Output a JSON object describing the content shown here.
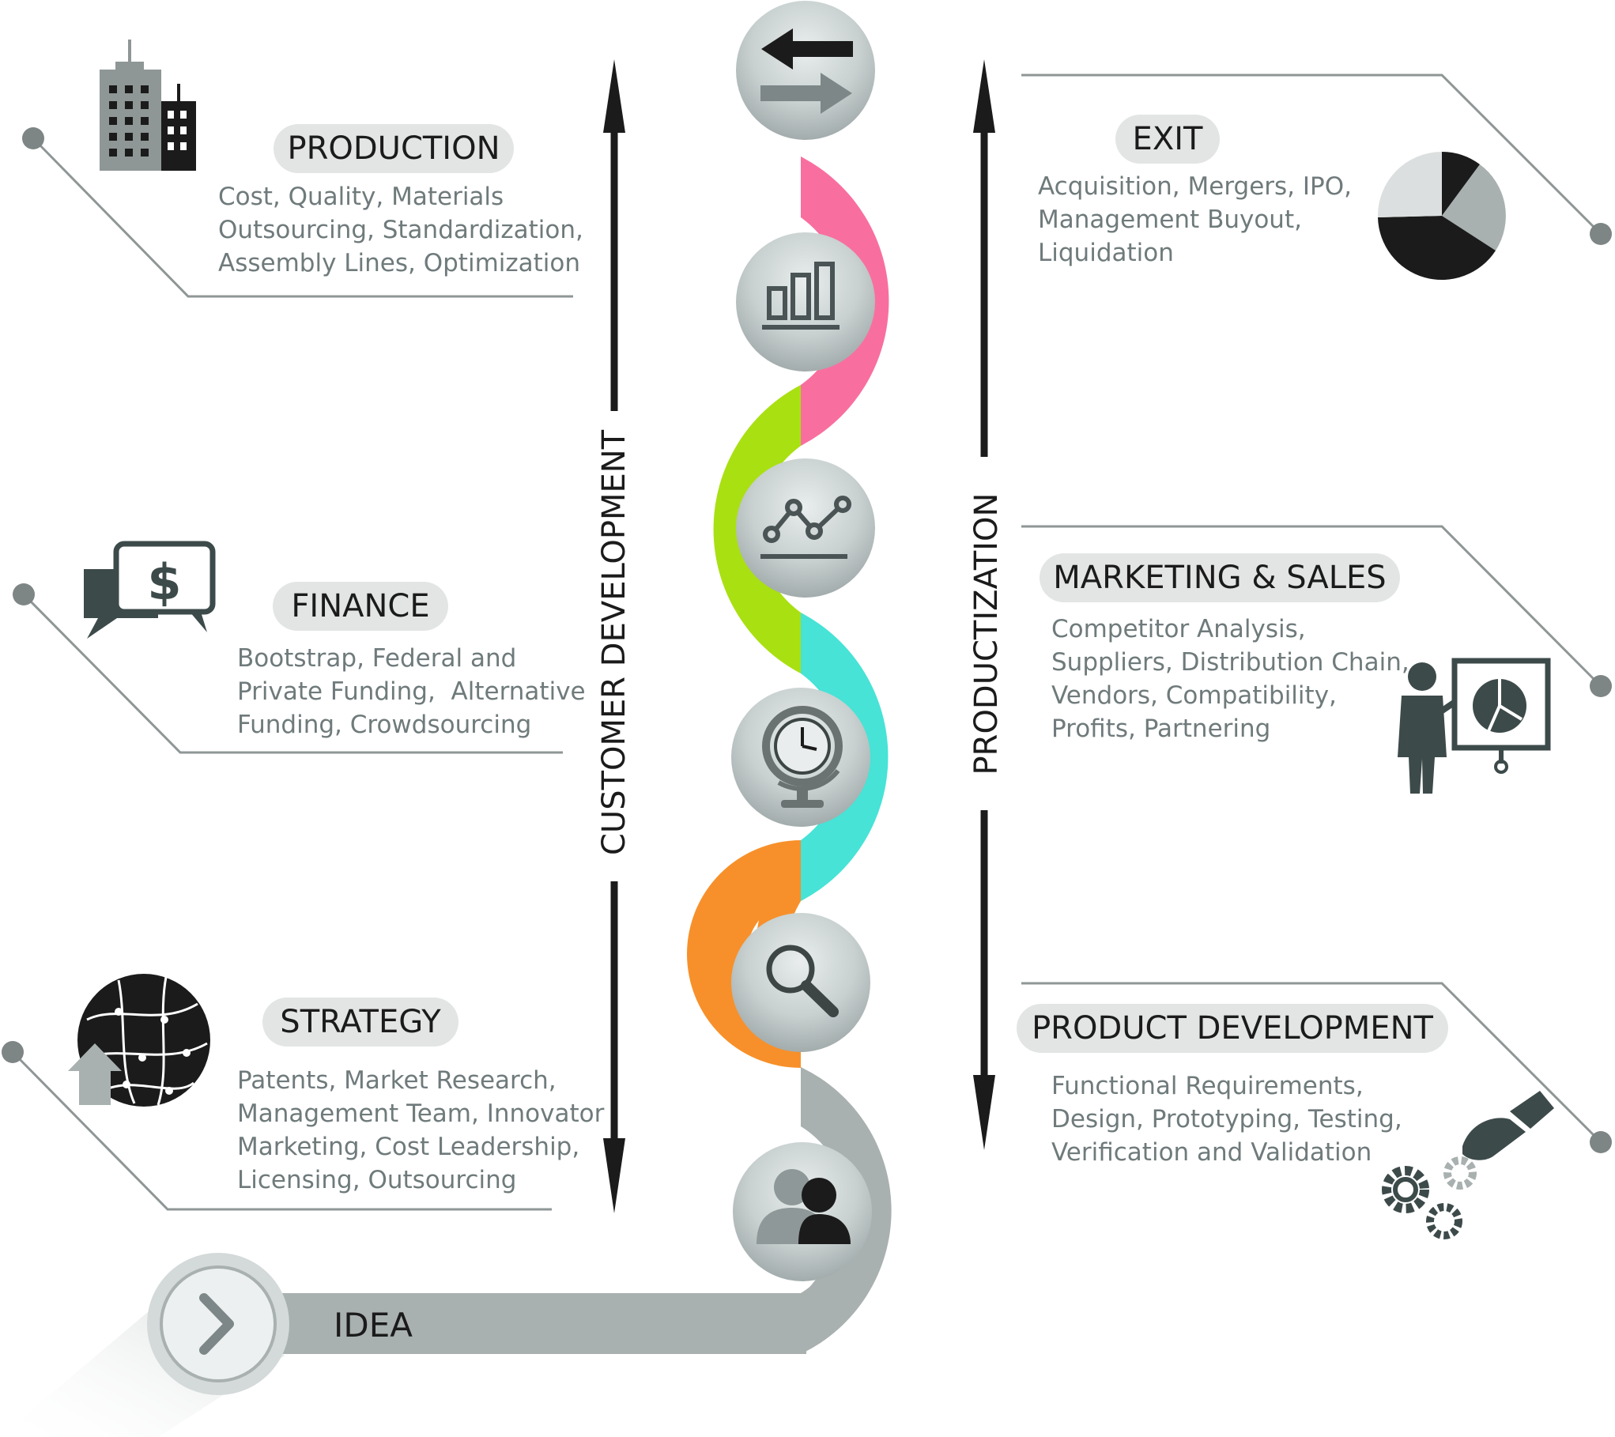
{
  "colors": {
    "pink": "#f86f9f",
    "lime": "#a9e012",
    "cyan": "#46e3d6",
    "orange": "#f7902a",
    "gray_path": "#a9b0b0",
    "line": "#8f9696",
    "dark": "#1b1b1b"
  },
  "axes": {
    "left_label": "CUSTOMER DEVELOPMENT",
    "right_label": "PRODUCTIZATION"
  },
  "start": {
    "label": "IDEA",
    "icon": "chevron-right-icon"
  },
  "path_icons": [
    "arrows-exchange-icon",
    "bar-chart-icon",
    "line-chart-icon",
    "globe-clock-icon",
    "magnifier-icon",
    "people-icon"
  ],
  "sections": {
    "production": {
      "title": "PRODUCTION",
      "lines": [
        "Cost, Quality, Materials",
        "Outsourcing, Standardization,",
        "Assembly Lines, Optimization"
      ],
      "icon": "buildings-icon"
    },
    "finance": {
      "title": "FINANCE",
      "lines": [
        "Bootstrap, Federal and",
        "Private Funding,  Alternative",
        "Funding, Crowdsourcing"
      ],
      "icon": "dollar-chat-icon"
    },
    "strategy": {
      "title": "STRATEGY",
      "lines": [
        "Patents, Market Research,",
        "Management Team, Innovator",
        "Marketing, Cost Leadership,",
        "Licensing, Outsourcing"
      ],
      "icon": "network-globe-icon"
    },
    "exit": {
      "title": "EXIT",
      "lines": [
        "Acquisition, Mergers, IPO,",
        "Management Buyout,",
        "Liquidation"
      ],
      "icon": "pie-chart-icon"
    },
    "marketing": {
      "title": "MARKETING & SALES",
      "lines": [
        "Competitor Analysis,",
        "Suppliers, Distribution Chain,",
        "Vendors, Compatibility,",
        "Profits, Partnering"
      ],
      "icon": "presenter-icon"
    },
    "product": {
      "title": "PRODUCT DEVELOPMENT",
      "lines": [
        "Functional Requirements,",
        "Design, Prototyping, Testing,",
        "Verification and Validation"
      ],
      "icon": "hand-gears-icon"
    }
  }
}
